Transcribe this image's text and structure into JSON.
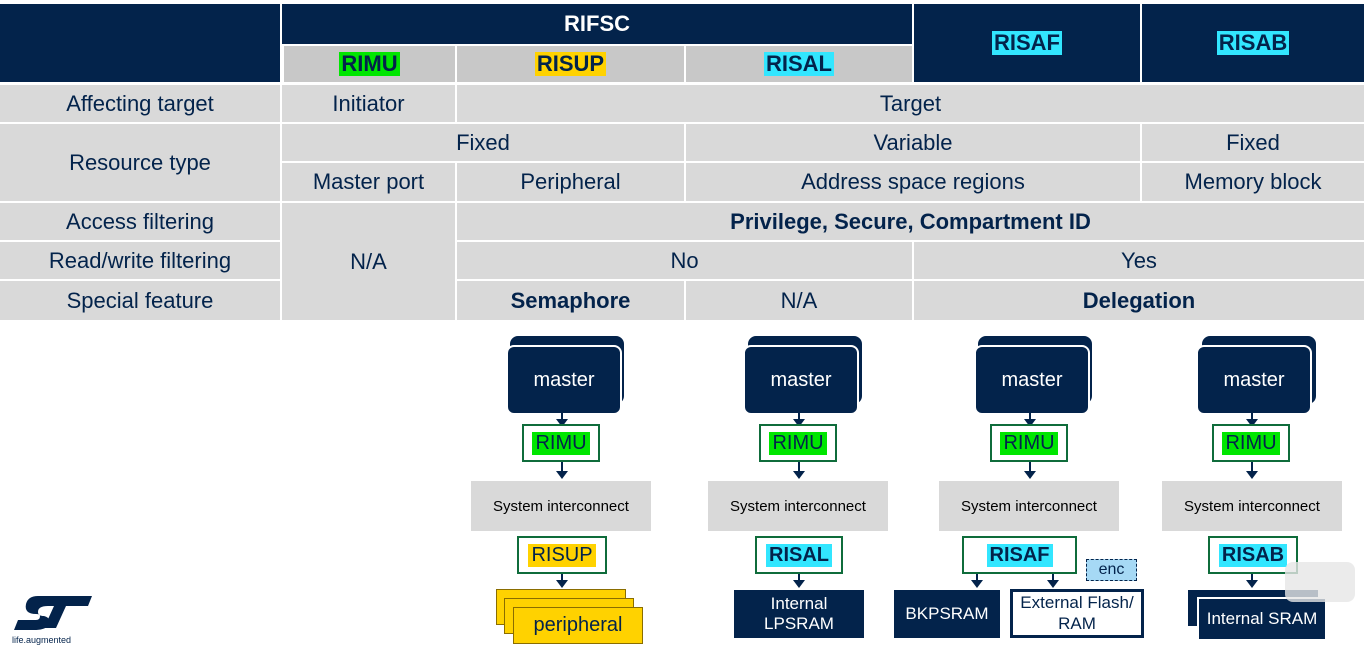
{
  "colors": {
    "navy": "#03234b",
    "gray": "#d9d9d9",
    "rimu": "#00e600",
    "risup": "#ffd200",
    "risal": "#32e6ff"
  },
  "table": {
    "rifsc": "RIFSC",
    "rimu": "RIMU",
    "risup": "RISUP",
    "risal": "RISAL",
    "risaf": "RISAF",
    "risab": "RISAB",
    "rows": {
      "affecting_target": "Affecting target",
      "resource_type": "Resource type",
      "access_filtering": "Access filtering",
      "rw_filtering": "Read/write filtering",
      "special_feature": "Special feature"
    },
    "cells": {
      "initiator": "Initiator",
      "target": "Target",
      "fixed1": "Fixed",
      "variable": "Variable",
      "fixed2": "Fixed",
      "master_port": "Master port",
      "peripheral": "Peripheral",
      "address_space": "Address space regions",
      "memory_block": "Memory block",
      "na_left": "N/A",
      "access_value": "Privilege, Secure, Compartment ID",
      "rw_no": "No",
      "rw_yes": "Yes",
      "semaphore": "Semaphore",
      "na_risal": "N/A",
      "delegation": "Delegation"
    }
  },
  "diagrams": {
    "master": "master",
    "rimu": "RIMU",
    "sys": "System interconnect",
    "col1": {
      "filter": "RISUP",
      "target": "peripheral"
    },
    "col2": {
      "filter": "RISAL",
      "target": "Internal LPSRAM"
    },
    "col3": {
      "filter": "RISAF",
      "enc": "enc",
      "target_a": "BKPSRAM",
      "target_b": "External Flash/ RAM"
    },
    "col4": {
      "filter": "RISAB",
      "target": "Internal SRAM"
    }
  },
  "logo": {
    "text": "ST",
    "tagline": "life.augmented"
  }
}
